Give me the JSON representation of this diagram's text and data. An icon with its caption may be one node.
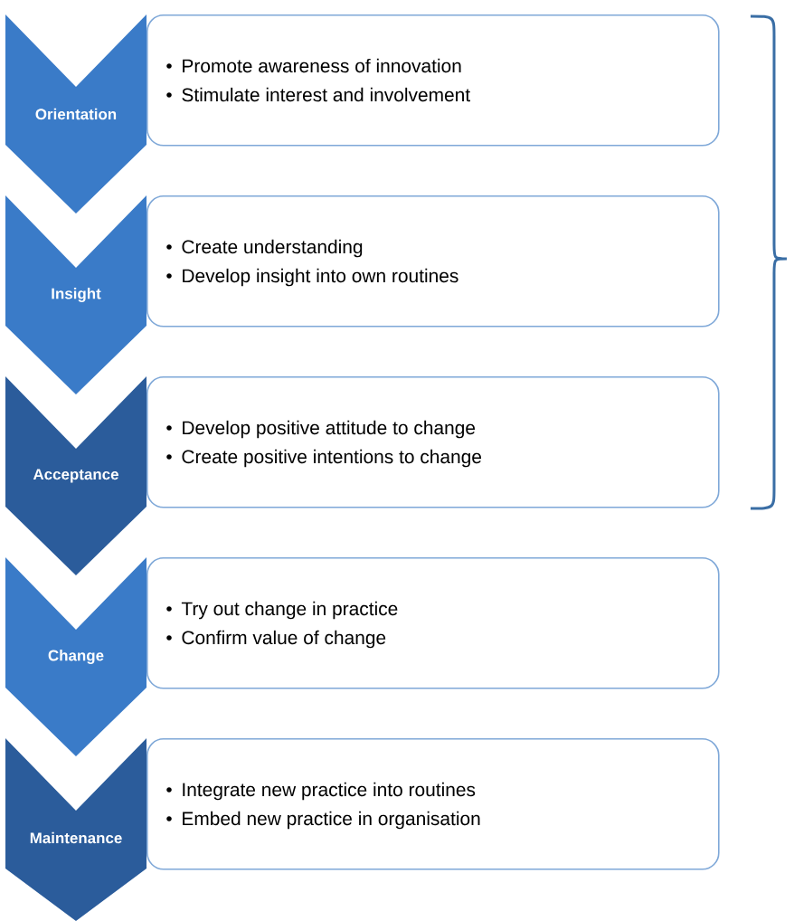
{
  "diagram": {
    "nodes": [
      {
        "text": [
          "Orientation"
        ]
      },
      {
        "text": [
          "Promote awareness of innovation",
          "Stimulate interest and involvement"
        ]
      },
      {
        "text": [
          "Insight"
        ]
      },
      {
        "text": [
          "Create understanding",
          "Develop insight into own routines"
        ]
      },
      {
        "text": [
          "Acceptance"
        ]
      },
      {
        "text": [
          "Develop positive attitude to change",
          "Create positive intentions to change"
        ]
      },
      {
        "text": [
          "Change"
        ]
      },
      {
        "text": [
          "Try out change in practice",
          "Confirm value of change"
        ]
      },
      {
        "text": [
          "Maintenance"
        ]
      },
      {
        "text": [
          "Integrate new practice into routines",
          "Embed new practice in organisation"
        ]
      }
    ]
  }
}
